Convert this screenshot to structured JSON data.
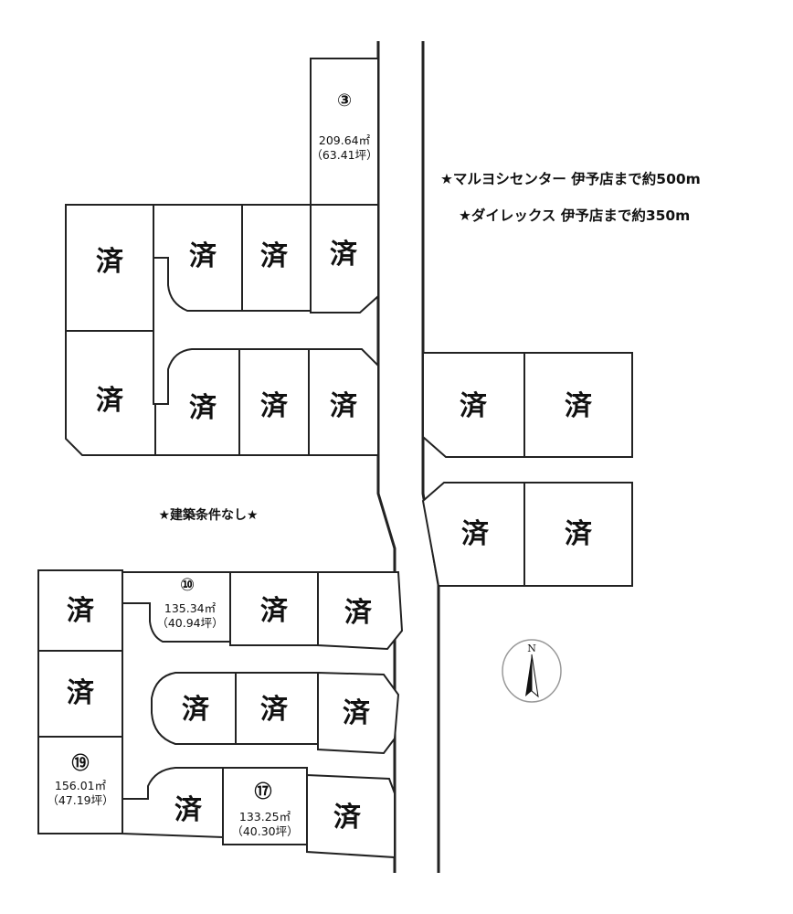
{
  "colors": {
    "available_lot": "#f8d0d4",
    "sold_lot": "#ffffff",
    "line": "#222222"
  },
  "notes": {
    "marugyoshi": "★マルヨシセンター 伊予店まで約500m",
    "direx": "★ダイレックス 伊予店まで約350m",
    "no_conditions": "★建築条件なし★"
  },
  "compass": {
    "label": "N",
    "icon": "north-arrow-icon"
  },
  "sold_label": "済",
  "lots": {
    "lot3": {
      "number": "③",
      "area_sqm": "209.64㎡",
      "area_tsubo": "（63.41坪）",
      "status": "available"
    },
    "lot10": {
      "number": "⑩",
      "area_sqm": "135.34㎡",
      "area_tsubo": "（40.94坪）",
      "status": "available"
    },
    "lot17": {
      "number": "⑰",
      "area_sqm": "133.25㎡",
      "area_tsubo": "（40.30坪）",
      "status": "available"
    },
    "lot19": {
      "number": "⑲",
      "area_sqm": "156.01㎡",
      "area_tsubo": "（47.19坪）",
      "status": "available"
    }
  }
}
